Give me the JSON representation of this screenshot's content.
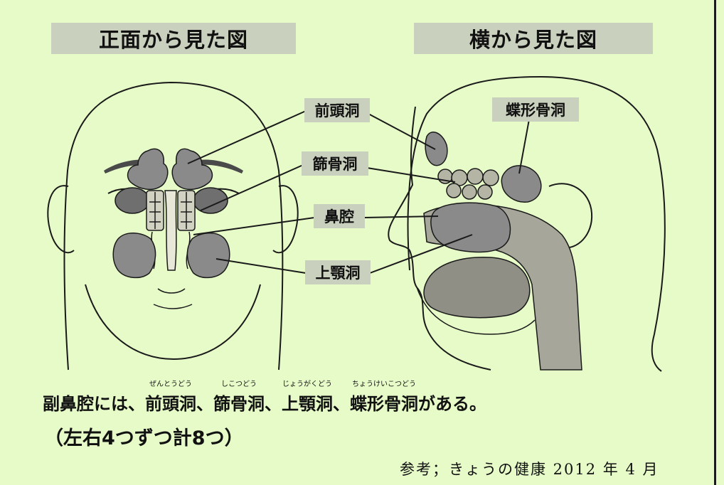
{
  "titles": {
    "front": "正面から見た図",
    "side": "横から見た図"
  },
  "labels": {
    "frontal_sinus": "前頭洞",
    "ethmoid_sinus": "篩骨洞",
    "nasal_cavity": "鼻腔",
    "maxillary_sinus": "上顎洞",
    "sphenoid_sinus": "蝶形骨洞"
  },
  "caption": {
    "prefix": "副鼻腔には、",
    "term1": "前頭洞",
    "term1_reading": "ぜんとうどう",
    "sep1": "、",
    "term2": "篩骨洞",
    "term2_reading": "しこつどう",
    "sep2": "、",
    "term3": "上顎洞",
    "term3_reading": "じょうがくどう",
    "sep3": "、",
    "term4": "蝶形骨洞",
    "term4_reading": "ちょうけいこつどう",
    "suffix": "がある。",
    "count_note": "（左右4つずつ計8つ）"
  },
  "reference": "参考；きょうの健康 2012 年 4 月",
  "colors": {
    "background": "#e6fbc8",
    "label_box": "#c9d1be",
    "sinus_fill": "#8a8a8a",
    "line": "#1a1a1a"
  }
}
